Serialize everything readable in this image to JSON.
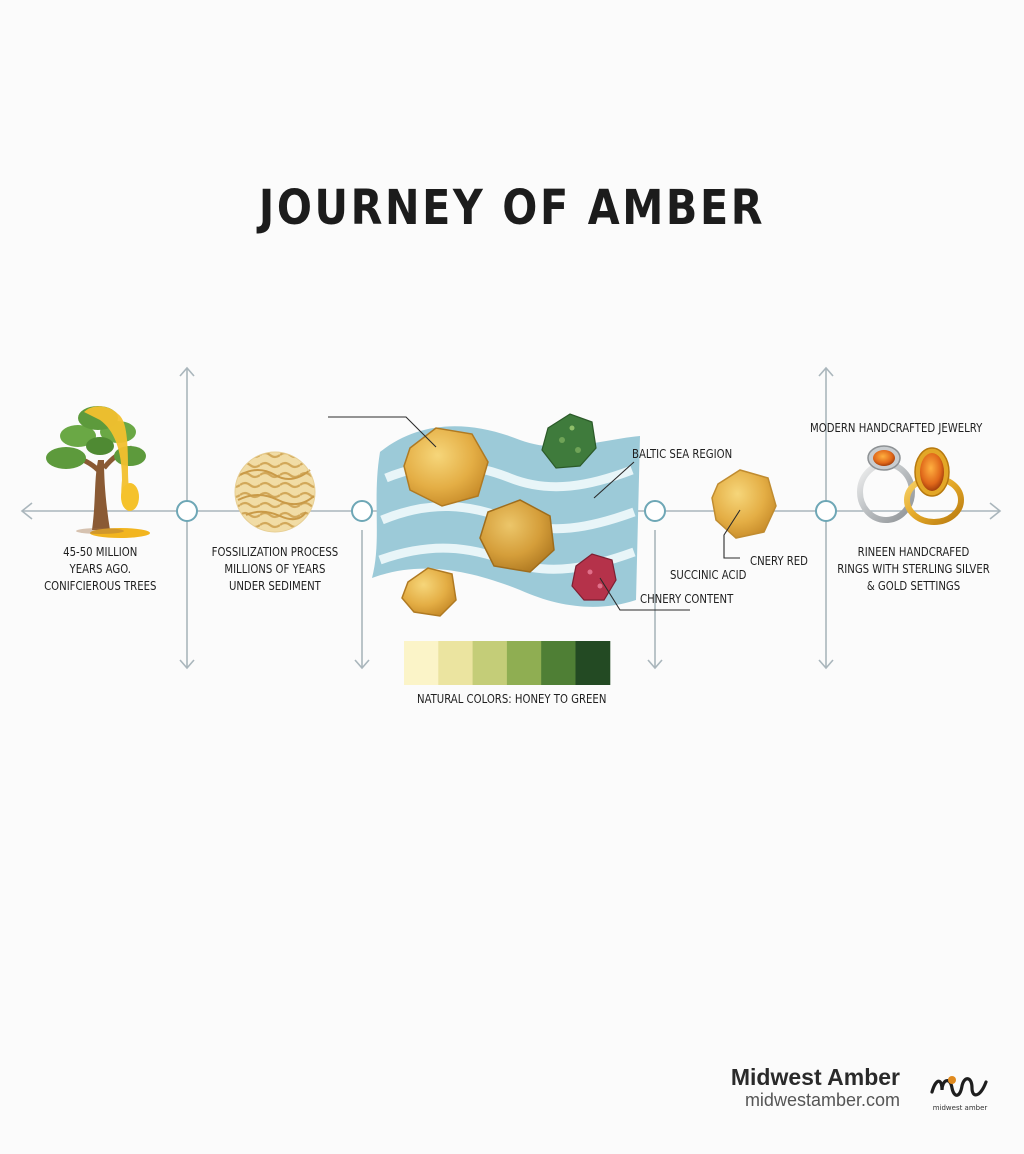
{
  "title": "JOURNEY OF AMBER",
  "stages": [
    {
      "lines": [
        "45-50 MILLION",
        "YEARS AGO.",
        "CONIFCIEROUS TREES"
      ]
    },
    {
      "lines": [
        "FOSSILIZATION PROCESS",
        "MILLIONS OF YEARS",
        "UNDER SEDIMENT"
      ]
    },
    {
      "lines": [
        "RINEEN HANDCRAFED",
        "RINGS WITH STERLING SILVER",
        "& GOLD SETTINGS"
      ]
    }
  ],
  "callouts": {
    "baltic": "BALTIC SEA REGION",
    "succinic": "SUCCINIC ACID",
    "cherry_red": "CNERY RED",
    "cherry_content": "CHNERY CONTENT",
    "modern_jewelry": "MODERN HANDCRAFTED JEWELRY"
  },
  "palette": {
    "caption": "NATURAL COLORS: HONEY TO GREEN",
    "swatches": [
      "#fbf4c8",
      "#ebe4a0",
      "#c4cd78",
      "#8fae52",
      "#4f7f35",
      "#234a23"
    ]
  },
  "brand": {
    "name": "Midwest Amber",
    "url": "midwestamber.com",
    "logo_text": "midwest amber"
  },
  "colors": {
    "timeline": "#aab6bc",
    "node": "#6ea7b6",
    "water": "#9ccad8",
    "amber": "#e6b040"
  }
}
